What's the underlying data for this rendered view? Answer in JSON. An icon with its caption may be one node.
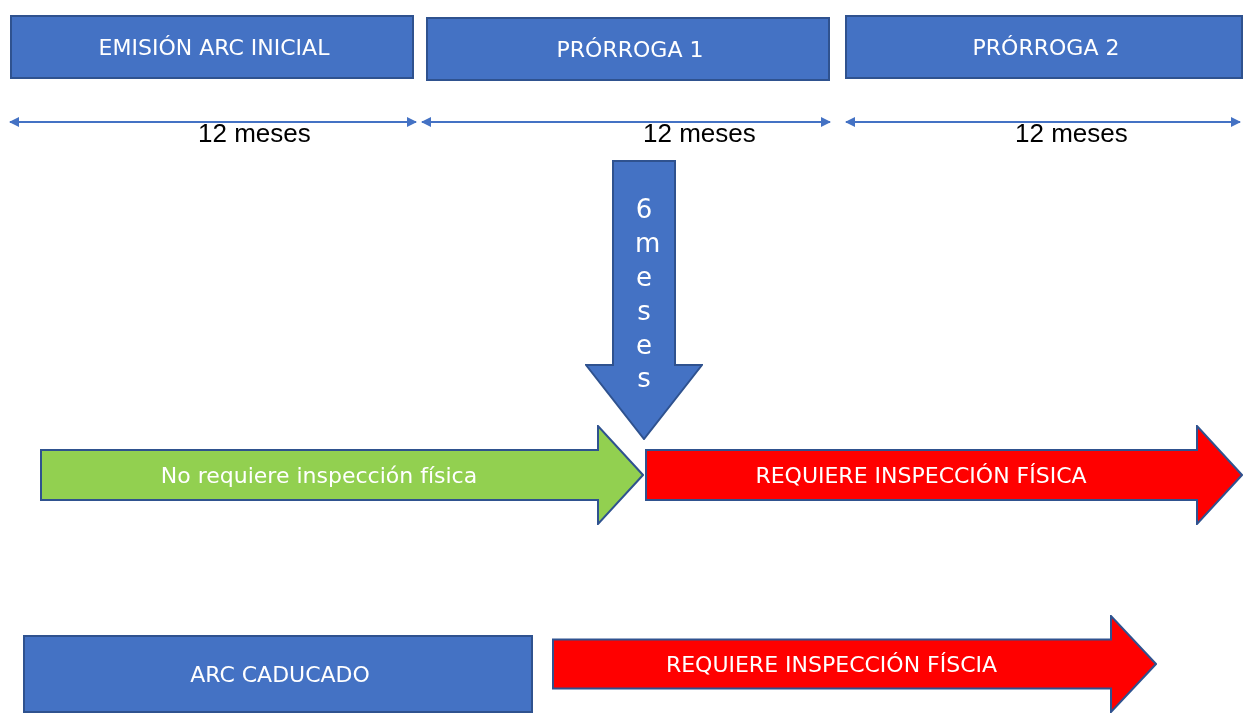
{
  "diagram": {
    "nodes": [
      {
        "text": [
          "EMISIÓN ARC INICIAL"
        ]
      },
      {
        "text": [
          "PRÓRROGA 1"
        ]
      },
      {
        "text": [
          "PRÓRROGA 2"
        ]
      },
      {
        "text": [
          "6 meses"
        ]
      },
      {
        "text": [
          "No requiere inspección física"
        ]
      },
      {
        "text": [
          "REQUIERE INSPECCIÓN FÍSICA"
        ]
      },
      {
        "text": [
          "ARC CADUCADO"
        ]
      },
      {
        "text": [
          "REQUIERE INSPECCIÓN FÍSCIA"
        ]
      }
    ],
    "edges": [],
    "labels": [
      "12 meses",
      "12 meses",
      "12 meses"
    ]
  }
}
